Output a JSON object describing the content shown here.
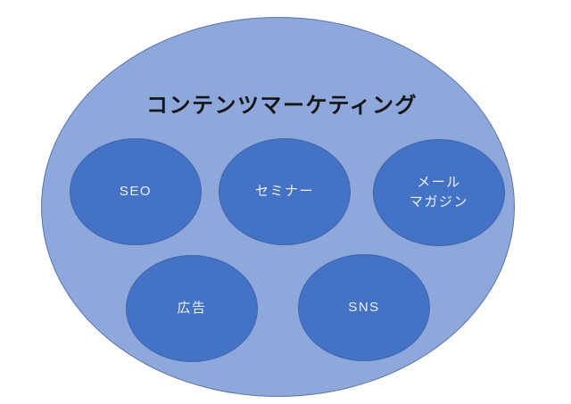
{
  "diagram": {
    "title": "コンテンツマーケティング",
    "colors": {
      "outer_fill": "#8FA8DB",
      "outer_border": "#5D73A8",
      "inner_fill": "#4472C4",
      "inner_border": "#3D65B0",
      "title_color": "#141414",
      "label_color": "#EDF2FA"
    },
    "nodes": [
      {
        "id": "seo",
        "label": "SEO"
      },
      {
        "id": "seminar",
        "label": "セミナー"
      },
      {
        "id": "mail-magazine",
        "label": "メール\nマガジン"
      },
      {
        "id": "advertising",
        "label": "広告"
      },
      {
        "id": "sns",
        "label": "SNS"
      }
    ]
  }
}
